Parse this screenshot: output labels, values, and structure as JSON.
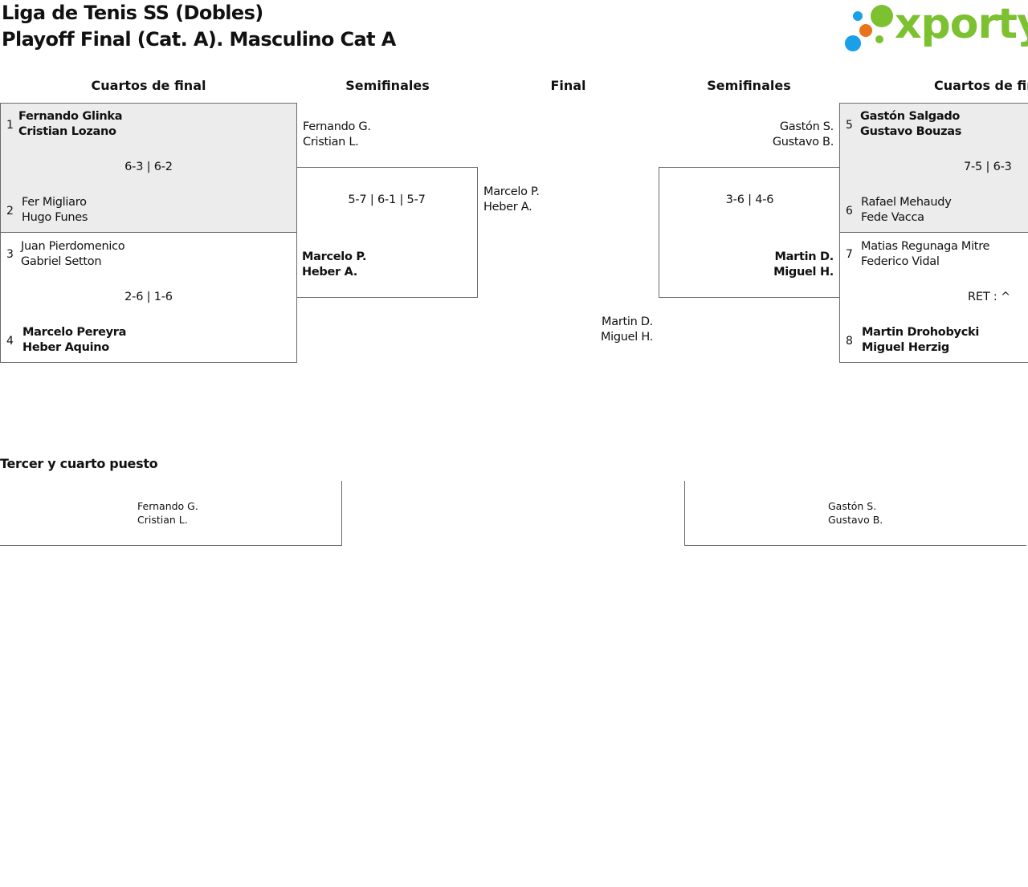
{
  "header": {
    "title_line1": "Liga de Tenis SS (Dobles)",
    "title_line2": "Playoff Final (Cat. A). Masculino Cat A"
  },
  "logo": {
    "text": "xporty",
    "colors": {
      "green": "#7cc130",
      "blue": "#1aa0e8",
      "orange": "#e8731a"
    }
  },
  "rounds": {
    "qf_left": "Cuartos de final",
    "sf_left": "Semifinales",
    "final": "Final",
    "sf_right": "Semifinales",
    "qf_right": "Cuartos de final"
  },
  "quarterfinals": [
    {
      "top": {
        "seed": "1",
        "p1": "Fernando Glinka",
        "p2": "Cristian Lozano",
        "winner": true
      },
      "bottom": {
        "seed": "2",
        "p1": "Fer Migliaro",
        "p2": "Hugo Funes",
        "winner": false
      },
      "score": "6-3 | 6-2"
    },
    {
      "top": {
        "seed": "3",
        "p1": "Juan Pierdomenico",
        "p2": "Gabriel Setton",
        "winner": false
      },
      "bottom": {
        "seed": "4",
        "p1": "Marcelo Pereyra",
        "p2": "Heber Aquino",
        "winner": true
      },
      "score": "2-6 | 1-6"
    },
    {
      "top": {
        "seed": "5",
        "p1": "Gastón Salgado",
        "p2": "Gustavo Bouzas",
        "winner": true
      },
      "bottom": {
        "seed": "6",
        "p1": "Rafael Mehaudy",
        "p2": "Fede Vacca",
        "winner": false
      },
      "score": "7-5 | 6-3"
    },
    {
      "top": {
        "seed": "7",
        "p1": "Matias Regunaga Mitre",
        "p2": "Federico Vidal",
        "winner": false
      },
      "bottom": {
        "seed": "8",
        "p1": "Martin Drohobycki",
        "p2": "Miguel Herzig",
        "winner": true
      },
      "score": "RET : ^"
    }
  ],
  "semifinals": [
    {
      "top": {
        "p1": "Fernando G.",
        "p2": "Cristian L.",
        "winner": false
      },
      "bottom": {
        "p1": "Marcelo P.",
        "p2": "Heber A.",
        "winner": true
      },
      "score": "5-7 | 6-1 | 5-7"
    },
    {
      "top": {
        "p1": "Gastón S.",
        "p2": "Gustavo B.",
        "winner": false
      },
      "bottom": {
        "p1": "Martin D.",
        "p2": "Miguel H.",
        "winner": true
      },
      "score": "3-6 | 4-6"
    }
  ],
  "final": {
    "left": {
      "p1": "Marcelo P.",
      "p2": "Heber A."
    },
    "right": {
      "p1": "Martin D.",
      "p2": "Miguel H."
    }
  },
  "third_place": {
    "heading": "Tercer y cuarto puesto",
    "left": {
      "p1": "Fernando G.",
      "p2": "Cristian L."
    },
    "right": {
      "p1": "Gastón S.",
      "p2": "Gustavo B."
    }
  }
}
